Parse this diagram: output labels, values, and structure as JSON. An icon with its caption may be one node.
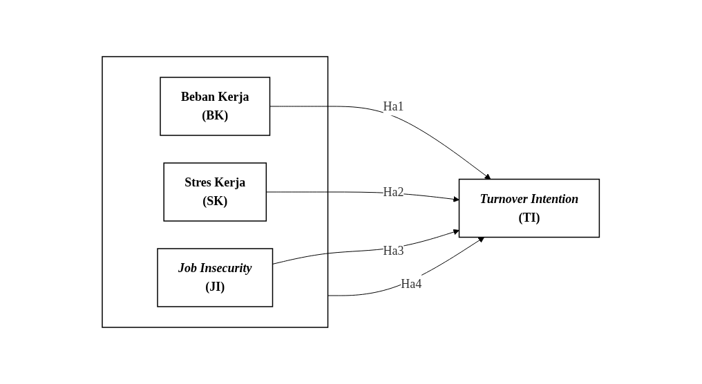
{
  "diagram": {
    "nodes": [
      {
        "text": [],
        "shape": "box"
      },
      {
        "text": [
          "Beban Kerja",
          "(BK)"
        ],
        "in": 0
      },
      {
        "text": [
          "Stres Kerja",
          "(SK)"
        ],
        "in": 0
      },
      {
        "text": [
          "Job Insecurity",
          "(JI)"
        ],
        "in": 0
      },
      {
        "text": [
          "Turnover Intention",
          "(TI)"
        ]
      }
    ],
    "edges": [
      {
        "from": 1,
        "to": 4,
        "arrow": "to",
        "label": "Ha1"
      },
      {
        "from": 2,
        "to": 4,
        "arrow": "to",
        "label": "Ha2"
      },
      {
        "from": 3,
        "to": 4,
        "arrow": "to",
        "label": "Ha3"
      },
      {
        "from": 0,
        "to": 4,
        "arrow": "to",
        "label": "Ha4"
      }
    ]
  }
}
